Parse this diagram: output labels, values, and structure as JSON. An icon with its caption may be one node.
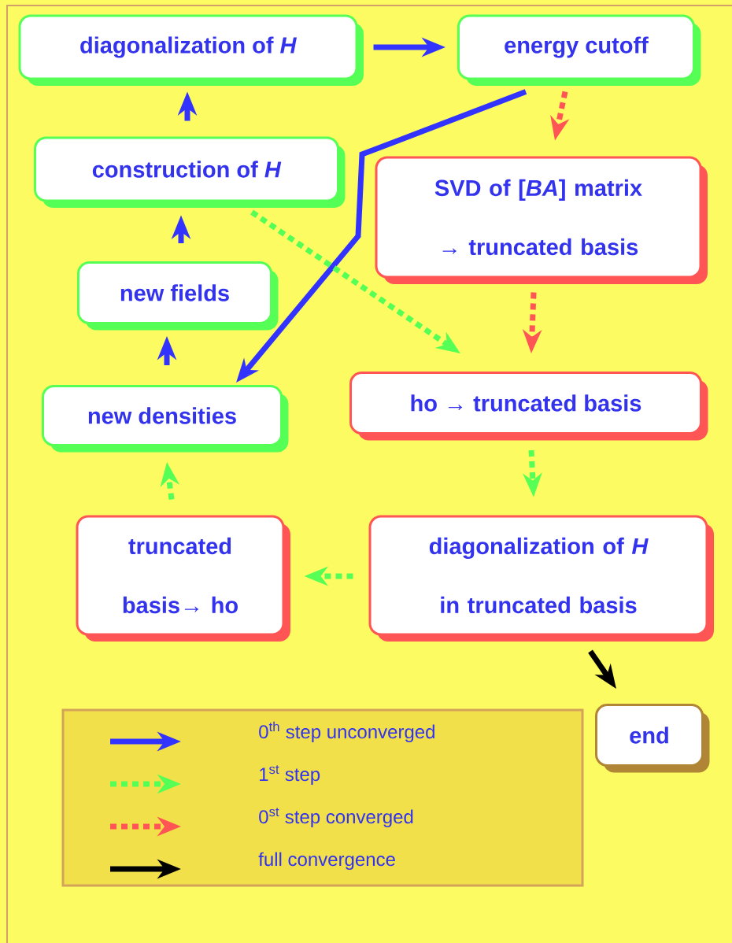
{
  "diagram": {
    "nodes": [
      {
        "text": [
          "diagonalization of *H*"
        ]
      },
      {
        "text": [
          "energy cutoff"
        ]
      },
      {
        "text": [
          "construction of *H*"
        ]
      },
      {
        "text": [
          "SVD of [*BA*] matrix → truncated basis"
        ]
      },
      {
        "text": [
          "new fields"
        ]
      },
      {
        "text": [
          "new densities"
        ]
      },
      {
        "text": [
          "ho → truncated basis"
        ]
      },
      {
        "text": [
          "truncated basis→ ho"
        ]
      },
      {
        "text": [
          "diagonalization of *H* in truncated basis"
        ]
      },
      {
        "text": [
          "end"
        ]
      }
    ],
    "edges": [
      {
        "from": 0,
        "to": 1,
        "arrow": "to"
      },
      {
        "from": 2,
        "to": 0,
        "arrow": "to"
      },
      {
        "from": 4,
        "to": 2,
        "arrow": "to"
      },
      {
        "from": 5,
        "to": 4,
        "arrow": "to"
      },
      {
        "from": 1,
        "to": 5,
        "arrow": "to"
      },
      {
        "from": 1,
        "to": 3,
        "arrow": "to",
        "style": "dashed",
        "color": "#ff5555"
      },
      {
        "from": 3,
        "to": 6,
        "arrow": "to",
        "style": "dashed",
        "color": "#ff5555"
      },
      {
        "from": 2,
        "to": 6,
        "arrow": "to",
        "style": "dashed",
        "color": "#55ff55"
      },
      {
        "from": 6,
        "to": 8,
        "arrow": "to",
        "style": "dashed",
        "color": "#55ff55"
      },
      {
        "from": 8,
        "to": 7,
        "arrow": "to",
        "style": "dashed",
        "color": "#55ff55"
      },
      {
        "from": 7,
        "to": 5,
        "arrow": "to",
        "style": "dashed",
        "color": "#55ff55"
      },
      {
        "from": 8,
        "to": 9,
        "arrow": "to",
        "color": "#000000"
      }
    ],
    "legend": [
      {
        "text": "0$^{th}$ step unconverged"
      },
      {
        "text": "1$^{st}$ step"
      },
      {
        "text": "0$^{st}$ step converged"
      },
      {
        "text": "full convergence"
      }
    ]
  }
}
